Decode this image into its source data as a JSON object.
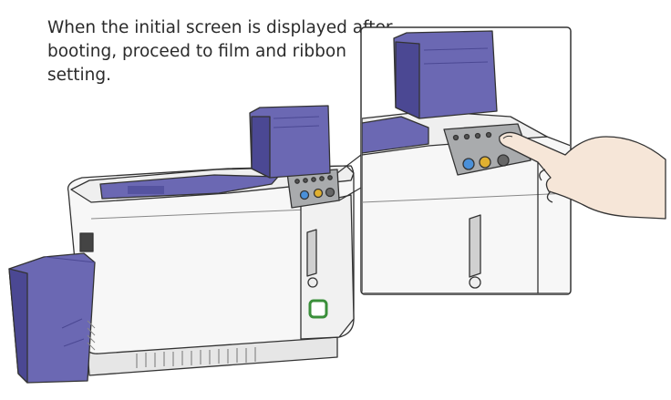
{
  "instruction": {
    "lines": [
      "When the initial screen is displayed after",
      "booting, proceed to film and ribbon",
      "setting."
    ]
  },
  "colors": {
    "module_purple": "#6b68b3",
    "module_purple_dark": "#4b4893",
    "body_white": "#f7f7f7",
    "panel_gray": "#a9abad",
    "outline": "#333333",
    "screen_green": "#3a8f3a",
    "skin": "#f6e6d8"
  },
  "icons": [
    "printer-illustration",
    "hand-pointer-illustration",
    "zoom-callout"
  ]
}
